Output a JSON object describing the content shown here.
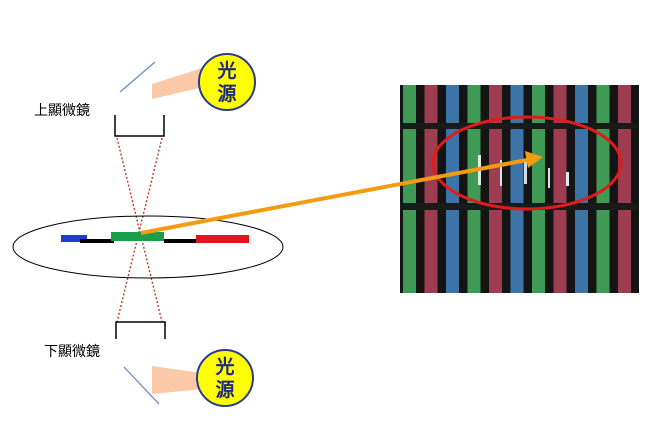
{
  "labels": {
    "upper_microscope": "上顯微鏡",
    "lower_microscope": "下顯微鏡"
  },
  "light_source": {
    "chars": [
      "光",
      "源"
    ]
  },
  "colors": {
    "light_fill": "#ffff00",
    "light_stroke": "#2b3a8f",
    "cone": "#f9c9a8",
    "arrow": "#f39c12",
    "highlight_ring": "#e01b1b",
    "beam": "#c0392b",
    "mirror": "#6c8fc9",
    "pixel_blue": "#1f3fc8",
    "pixel_green": "#1a9e4a",
    "pixel_red": "#e3141b",
    "photo_background": "#141414",
    "subpixel_red": "#9e3c52",
    "subpixel_green": "#3f9a55",
    "subpixel_blue": "#3c74a8"
  }
}
